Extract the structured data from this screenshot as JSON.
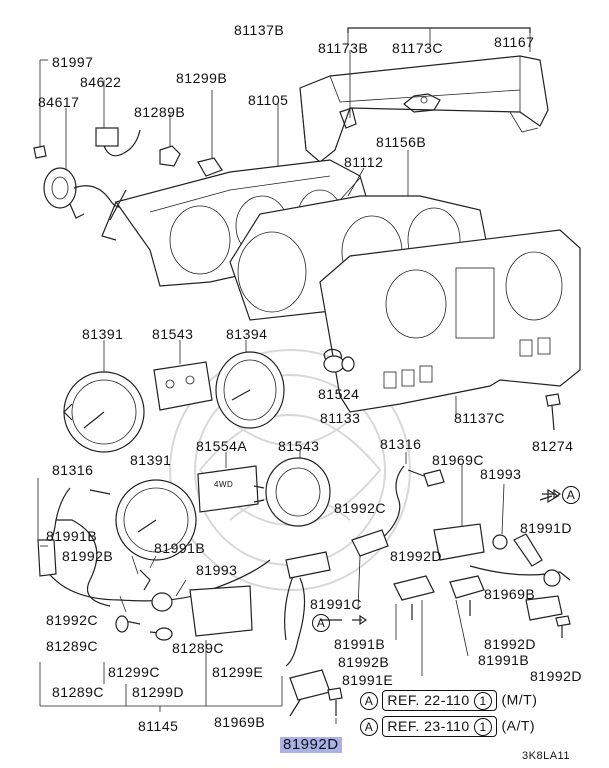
{
  "parts": {
    "p81137B": "81137B",
    "p81173B": "81173B",
    "p81173C": "81173C",
    "p81167": "81167",
    "p81997": "81997",
    "p84622": "84622",
    "p84617": "84617",
    "p81299B": "81299B",
    "p81289B": "81289B",
    "p81105": "81105",
    "p81156B": "81156B",
    "p81112": "81112",
    "p81391a": "81391",
    "p81543a": "81543",
    "p81394": "81394",
    "p81524": "81524",
    "p81133": "81133",
    "p81137C": "81137C",
    "p81274": "81274",
    "p81554A": "81554A",
    "p81543b": "81543",
    "p81316a": "81316",
    "p81316b": "81316",
    "p81391b": "81391",
    "p81969Ca": "81969C",
    "p81993a": "81993",
    "p81991Ba": "81991B",
    "p81992Ba": "81992B",
    "p81991Bb": "81991B",
    "p81992Ca": "81992C",
    "p81991D": "81991D",
    "p81992Da": "81992D",
    "p81993b": "81993",
    "p81991C": "81991C",
    "p81969Ba": "81969B",
    "p81992Cb": "81992C",
    "p81991Bc": "81991B",
    "p81992Db": "81992D",
    "p81289Ca": "81289C",
    "p81299Ca": "81299C",
    "p81289Cb": "81289C",
    "p81992Bb": "81992B",
    "p81991Bd": "81991B",
    "p81289Cc": "81289C",
    "p81299D": "81299D",
    "p81299E": "81299E",
    "p81991E": "81991E",
    "p81992Dc": "81992D",
    "p81145": "81145",
    "p81969Bb": "81969B",
    "p81992Dd": "81992D"
  },
  "highlighted_part": "81992D",
  "circle_marker": "A",
  "refs": [
    {
      "circle": "A",
      "ref": "REF. 22-110",
      "num": "1",
      "note": "(M/T)"
    },
    {
      "circle": "A",
      "ref": "REF. 23-110",
      "num": "1",
      "note": "(A/T)"
    }
  ],
  "arrow_marks": [
    {
      "circle": "A"
    },
    {
      "circle": "A"
    }
  ],
  "gauge_texts": {
    "indicator_label": "4WD"
  },
  "diagram_code": "3K8LA11"
}
